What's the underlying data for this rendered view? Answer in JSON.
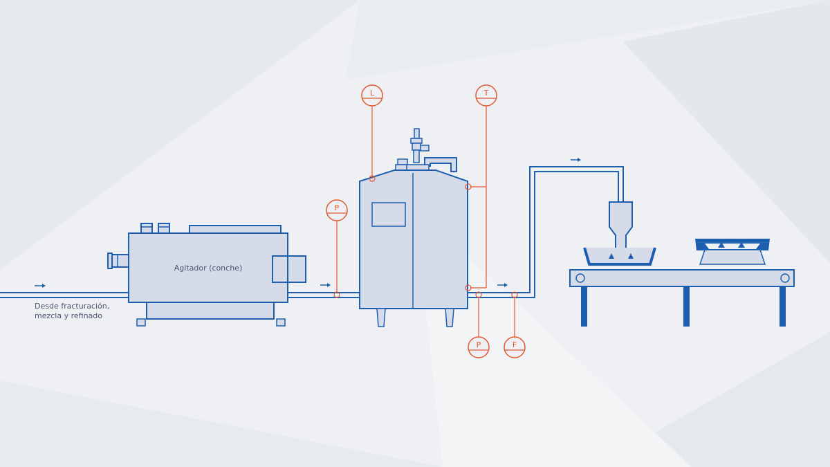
{
  "source_label": {
    "line1": "Desde fracturación,",
    "line2": "mezcla y refinado"
  },
  "conche_label": "Agitador (conche)",
  "instruments": {
    "level": "L",
    "temperature": "T",
    "pressure_inlet": "P",
    "pressure_outlet": "P",
    "flow": "F"
  },
  "colors": {
    "equipment_fill": "#d6dbea",
    "equipment_stroke": "#1d5fae",
    "pipe": "#1d5fae",
    "instrument": "#e2582f",
    "conveyor_leg": "#1d5fae",
    "background": "#eef0f3"
  },
  "icons": {
    "flow_arrow": "arrow-right-icon",
    "instrument_bubble": "circle-gauge-icon"
  }
}
